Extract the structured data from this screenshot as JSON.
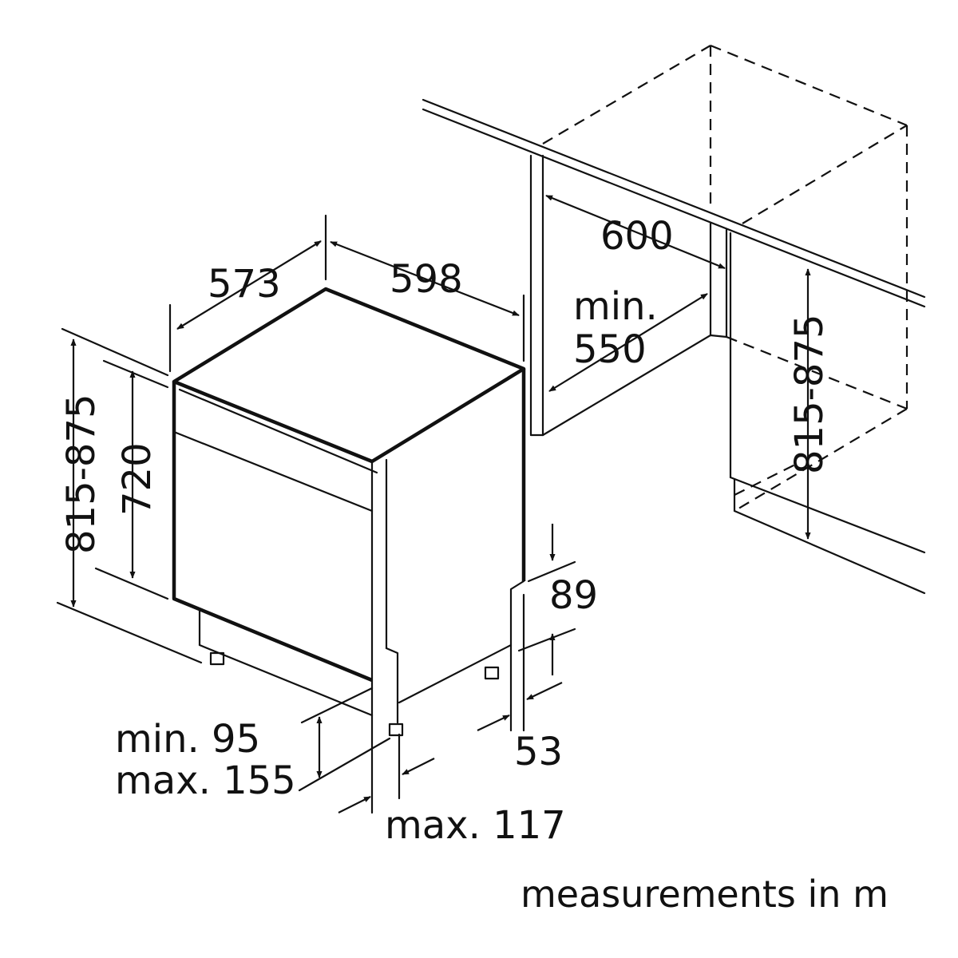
{
  "dimensions": {
    "depth": "573",
    "width": "598",
    "niche_width": "600",
    "niche_depth_line1": "min.",
    "niche_depth_line2": "550",
    "niche_height": "815-875",
    "total_height": "815-875",
    "body_height": "720",
    "plinth_offset": "89",
    "plinth_depth": "53",
    "plinth_height_line1": "min. 95",
    "plinth_height_line2": "max. 155",
    "plinth_gap": "max. 117"
  },
  "footer": {
    "units_note": "measurements in m"
  },
  "colors": {
    "line": "#111111",
    "background": "#ffffff"
  }
}
